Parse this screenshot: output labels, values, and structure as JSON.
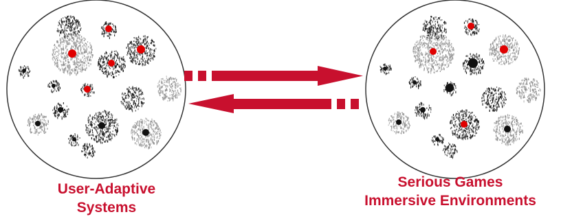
{
  "colors": {
    "accent": "#c8102e",
    "arrow": "#c8102e",
    "circle_stroke": "#333333",
    "cluster_light": "#8c8c8c",
    "cluster_dark": "#111111",
    "cluster_red": "#e00000"
  },
  "left_circle": {
    "caption_lines": [
      "User-Adaptive",
      "Systems"
    ]
  },
  "right_circle": {
    "caption_lines": [
      "Serious Games",
      "Immersive Environments"
    ]
  },
  "arrows": [
    {
      "direction": "right",
      "style": "dashed-tail"
    },
    {
      "direction": "left",
      "style": "dashed-tail"
    }
  ]
}
